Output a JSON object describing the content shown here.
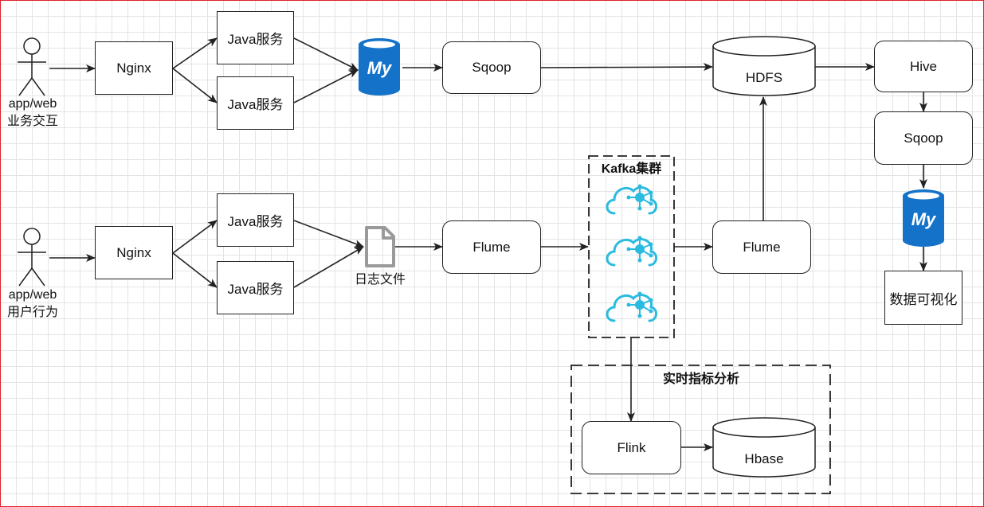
{
  "actors": [
    {
      "id": "actor-business",
      "line1": "app/web",
      "line2": "业务交互"
    },
    {
      "id": "actor-behavior",
      "line1": "app/web",
      "line2": "用户行为"
    }
  ],
  "nodes": {
    "nginx_top": "Nginx",
    "java_top_1": "Java服务",
    "java_top_2": "Java服务",
    "mysql_top": "My",
    "sqoop_top": "Sqoop",
    "hdfs": "HDFS",
    "hive": "Hive",
    "sqoop_right": "Sqoop",
    "mysql_right": "My",
    "data_viz": "数据可视化",
    "nginx_bottom": "Nginx",
    "java_bottom_1": "Java服务",
    "java_bottom_2": "Java服务",
    "log_file": "日志文件",
    "flume_left": "Flume",
    "kafka_cluster": "Kafka集群",
    "flume_right": "Flume",
    "realtime_group": "实时指标分析",
    "flink": "Flink",
    "hbase": "Hbase"
  },
  "colors": {
    "mysql_blue": "#1473c9",
    "kafka_cyan": "#2bbbe0",
    "frame_red": "#e0202a",
    "file_gray": "#9a9a9a"
  }
}
